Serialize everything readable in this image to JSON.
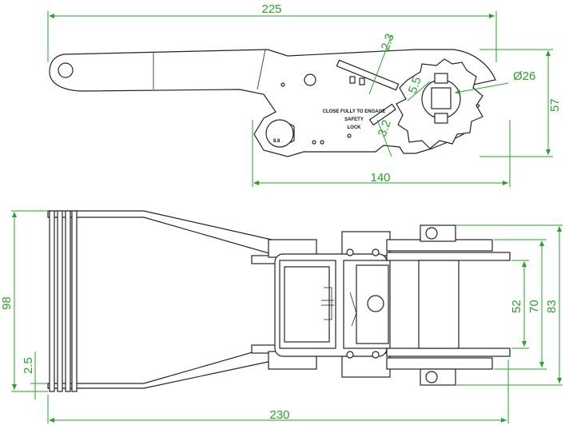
{
  "top_view": {
    "overall_length": "225",
    "slot_width": "2.3",
    "gap": "5.5",
    "drum_diameter": "Ø26",
    "height": "57",
    "lower_length": "140",
    "gap_lower": "3.2",
    "bolt_grade": "8.8",
    "notice_line1": "CLOSE FULLY TO ENGAGE",
    "notice_line2": "SAFETY",
    "notice_line3": "LOCK"
  },
  "bottom_view": {
    "overall_width": "98",
    "edge": "2.5",
    "overall_length": "230",
    "inner_width": "52",
    "mid_width": "70",
    "outer_width": "83"
  },
  "colors": {
    "dimension": "#2aa12a",
    "outline": "#222222"
  }
}
